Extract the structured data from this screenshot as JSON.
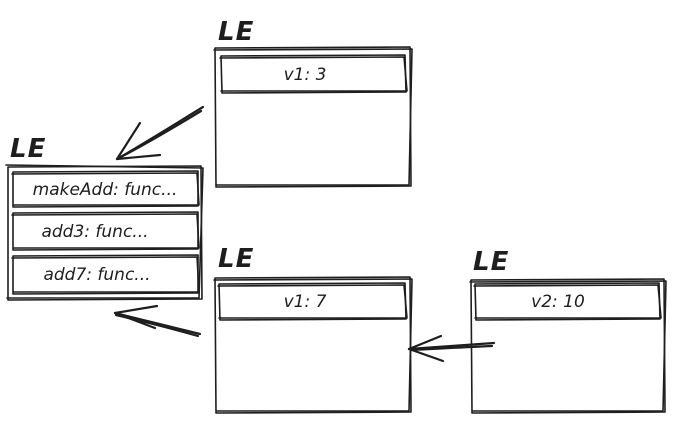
{
  "frames": {
    "global": {
      "label": "LE",
      "entries": [
        "makeAdd: func...",
        "add3: func...",
        "add7: func..."
      ]
    },
    "add3_frame": {
      "label": "LE",
      "entries": [
        "v1: 3"
      ]
    },
    "add7_frame": {
      "label": "LE",
      "entries": [
        "v1: 7"
      ]
    },
    "call_frame": {
      "label": "LE",
      "entries": [
        "v2: 10"
      ]
    }
  }
}
